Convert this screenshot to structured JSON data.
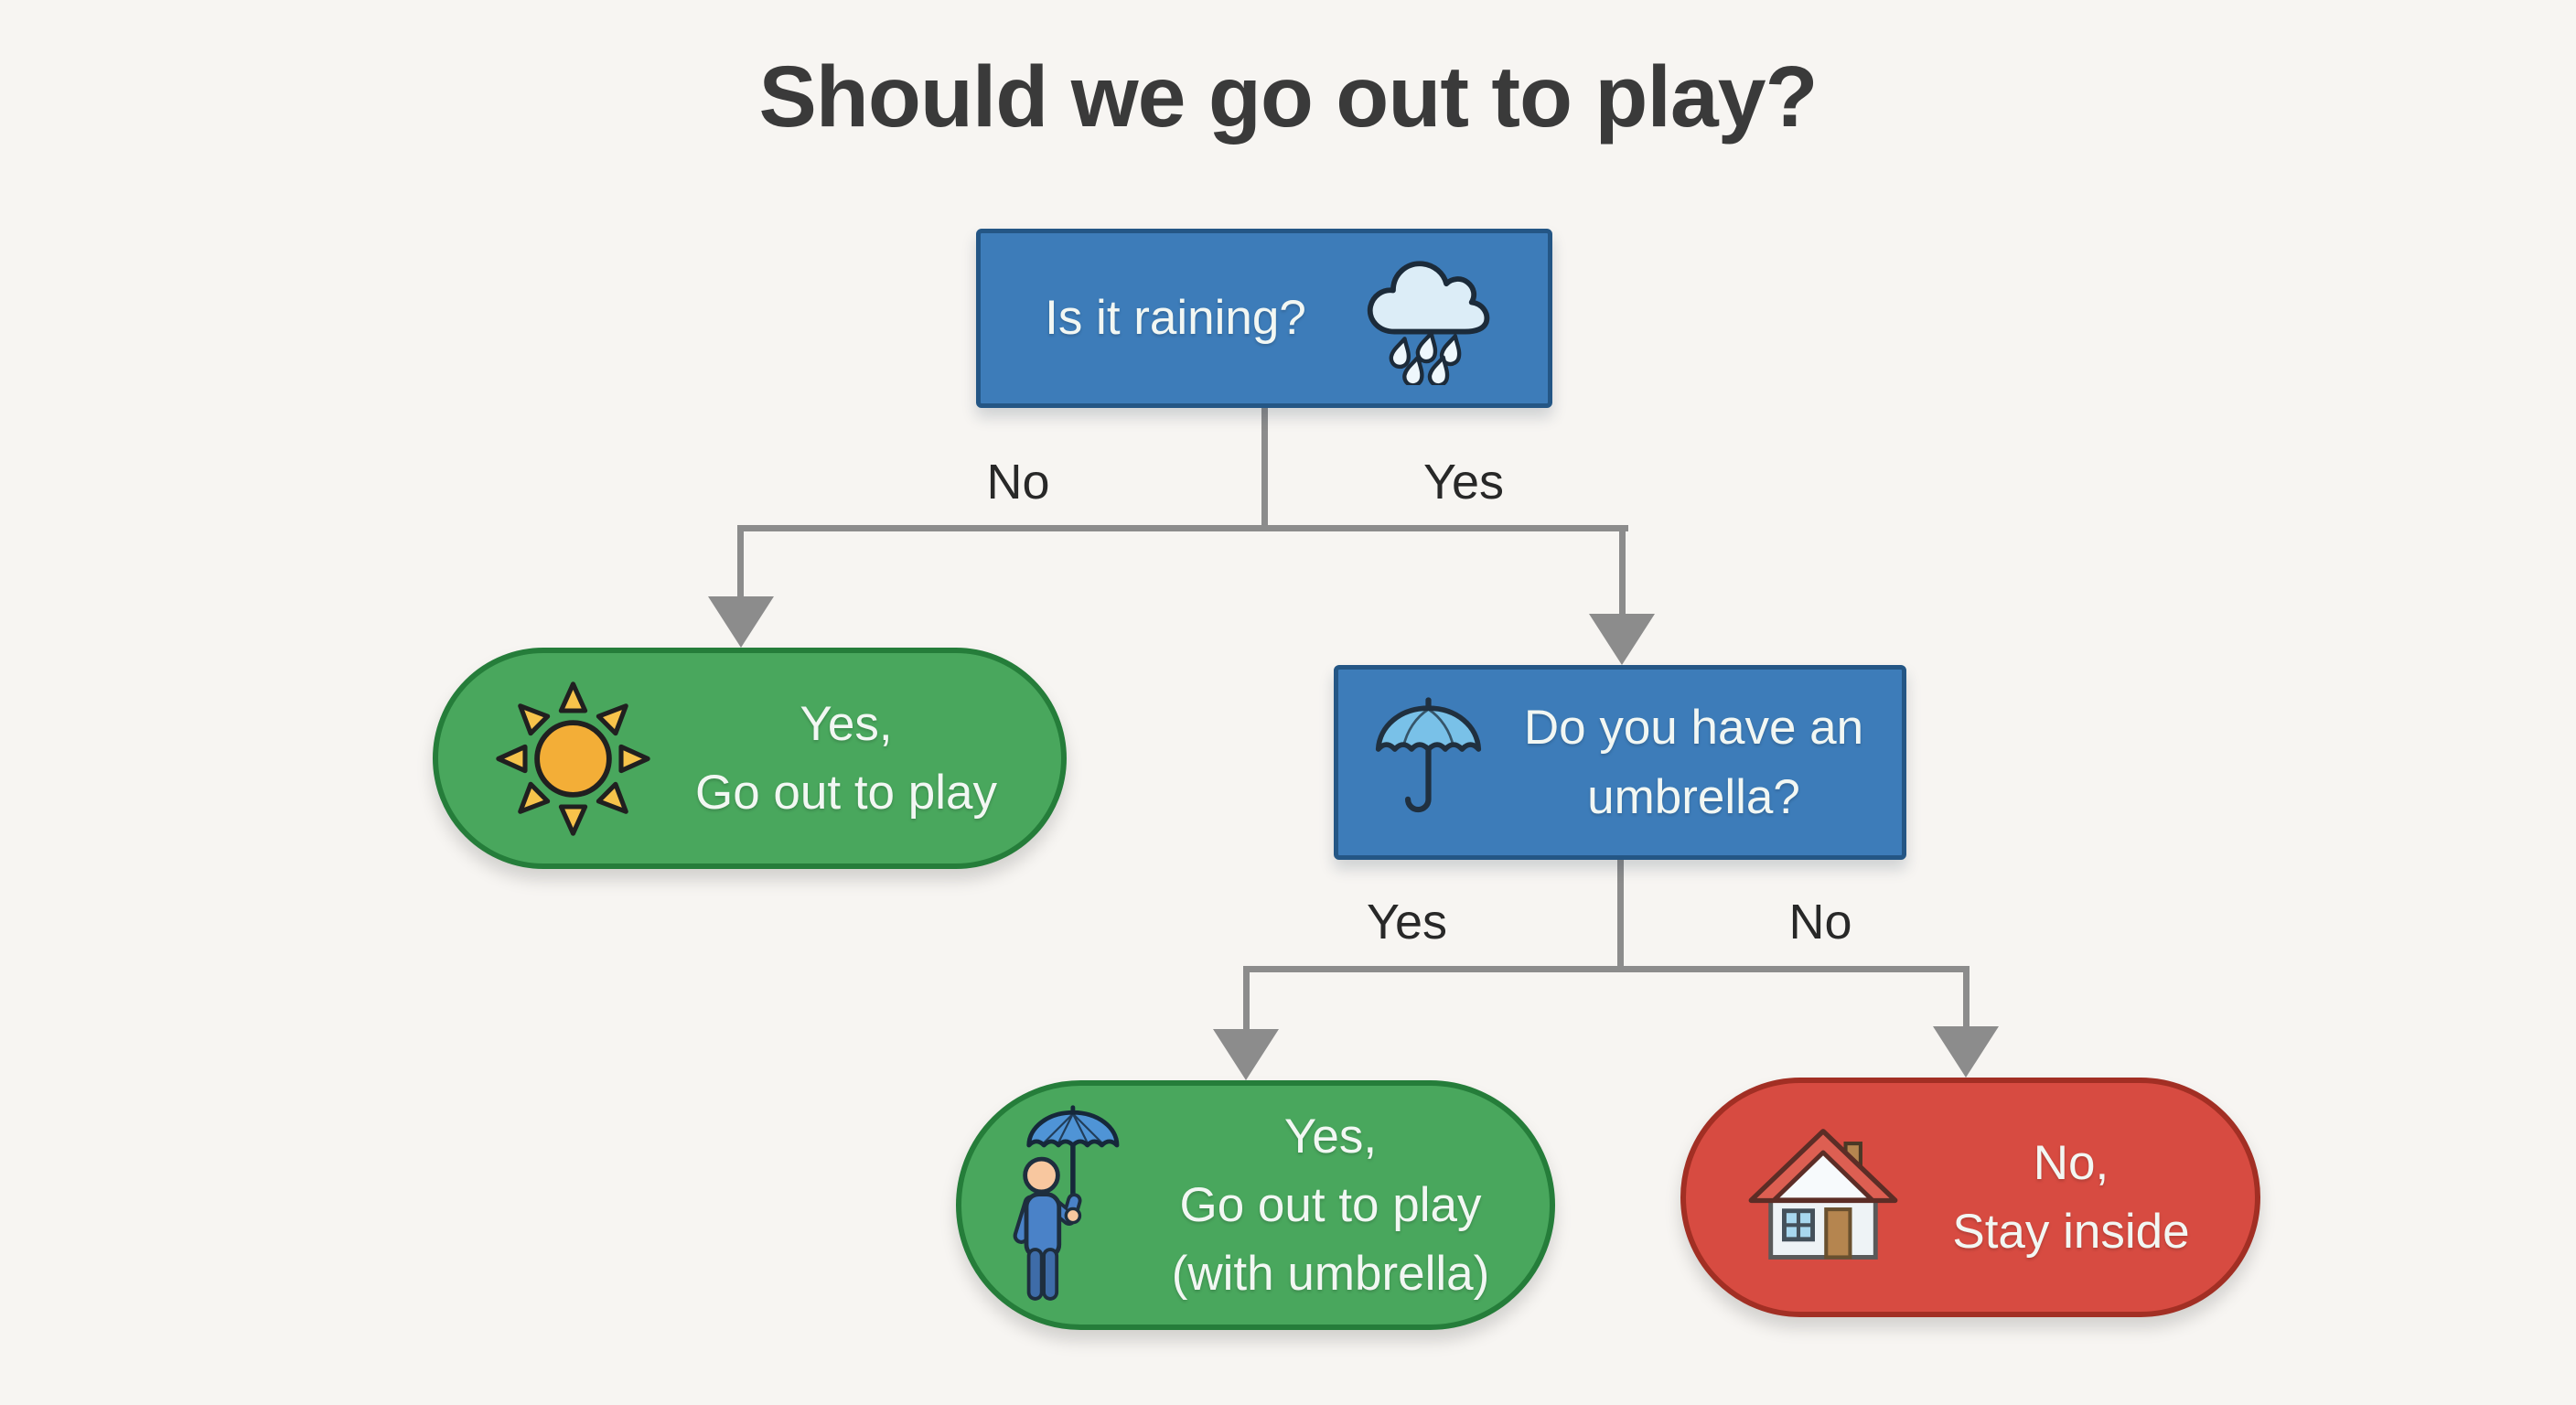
{
  "title": "Should we go out to play?",
  "nodes": {
    "is_it_raining": {
      "label": "Is it raining?",
      "icon": "rain-cloud",
      "type": "decision"
    },
    "go_out_to_play": {
      "lines": [
        "Yes,",
        "Go out to play"
      ],
      "icon": "sun",
      "type": "outcome-positive"
    },
    "have_umbrella": {
      "lines": [
        "Do you have an",
        "umbrella?"
      ],
      "icon": "umbrella",
      "type": "decision"
    },
    "go_out_with_umbrella": {
      "lines": [
        "Yes,",
        "Go out to play",
        "(with umbrella)"
      ],
      "icon": "person-with-umbrella",
      "type": "outcome-positive"
    },
    "stay_inside": {
      "lines": [
        "No,",
        "Stay inside"
      ],
      "icon": "house",
      "type": "outcome-negative"
    }
  },
  "edges": {
    "raining_no": "No",
    "raining_yes": "Yes",
    "umbrella_yes": "Yes",
    "umbrella_no": "No"
  },
  "colors": {
    "background": "#f7f5f2",
    "title_text": "#3a3a3a",
    "decision_fill": "#3d7cb9",
    "decision_border": "#245685",
    "positive_fill": "#49a75d",
    "positive_border": "#257d3a",
    "negative_fill": "#d74b41",
    "negative_border": "#a22f24",
    "connector": "#8c8c8c",
    "node_text": "#f2f7f3",
    "edge_label_text": "#282828",
    "sun_fill": "#f3ae37",
    "cloud_fill": "#dcedf7",
    "umbrella_fill": "#79c1e8",
    "person_umbrella_fill": "#4f94d6",
    "house_roof_fill": "#dd5f52",
    "house_wood_fill": "#b5854f"
  }
}
